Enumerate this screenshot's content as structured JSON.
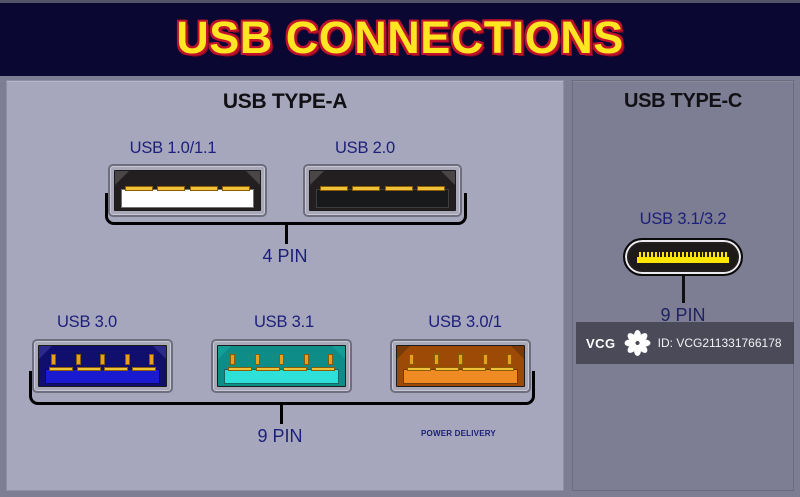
{
  "banner": {
    "title": "USB CONNECTIONS"
  },
  "colors": {
    "banner_bg": "#0a0733",
    "title_fill": "#ffe522",
    "title_outline": "#c0122b",
    "panel_a_bg": "#a6a6bd",
    "panel_c_bg": "#7d7d93",
    "label_blue": "#1c1f7a",
    "contact_gold": "#f0c23a",
    "usb30_blue": "#1a1ad0",
    "usb31_teal": "#16c4bd",
    "usb301_orange": "#e8721a",
    "typec_yellow": "#ffe600"
  },
  "type_a": {
    "section_title": "USB TYPE-A",
    "row_top": {
      "ports": [
        {
          "label": "USB 1.0/1.1",
          "tongue": "white",
          "cavity": "#231f20",
          "contacts": 4
        },
        {
          "label": "USB 2.0",
          "tongue": "black",
          "cavity": "#231f20",
          "contacts": 4
        }
      ],
      "pin_count": "4 PIN"
    },
    "row_bottom": {
      "ports": [
        {
          "label": "USB 3.0",
          "tongue": "#1a1ad0",
          "cavity": "#100f6e",
          "contacts": 4,
          "pins": 4
        },
        {
          "label": "USB 3.1",
          "tongue": "#2fe0d8",
          "cavity": "#0e8d88",
          "contacts": 4,
          "pins": 4
        },
        {
          "label": "USB 3.0/1",
          "tongue": "#f08a22",
          "cavity": "#9c4a06",
          "contacts": 4,
          "pins": 4
        }
      ],
      "pin_count": "9 PIN",
      "note": "POWER DELIVERY"
    }
  },
  "type_c": {
    "section_title": "USB TYPE-C",
    "port": {
      "label": "USB 3.1/3.2",
      "contacts": 24
    },
    "pin_count": "9 PIN"
  },
  "watermark": {
    "brand": "VCG",
    "id": "ID: VCG211331766178"
  }
}
